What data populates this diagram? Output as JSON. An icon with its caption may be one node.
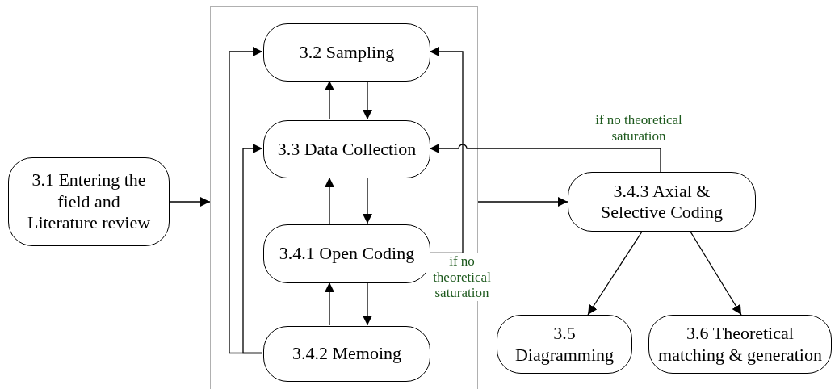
{
  "diagram": {
    "nodes": [
      {
        "text": [
          "3.1 Entering the field and Literature review"
        ]
      },
      {
        "text": [],
        "shape": "box"
      },
      {
        "text": [
          "3.2 Sampling"
        ],
        "in": 1
      },
      {
        "text": [
          "3.3 Data Collection"
        ],
        "in": 1
      },
      {
        "text": [
          "3.4.1 Open Coding"
        ],
        "in": 1
      },
      {
        "text": [
          "3.4.2 Memoing"
        ],
        "in": 1
      },
      {
        "text": [
          "3.4.3 Axial & Selective Coding"
        ]
      },
      {
        "text": [
          "3.5 Diagramming"
        ]
      },
      {
        "text": [
          "3.6 Theoretical matching & generation"
        ]
      }
    ],
    "edges": [
      {
        "from": 0,
        "to": 1,
        "arrow": "to"
      },
      {
        "from": 3,
        "to": 2,
        "arrow": "to"
      },
      {
        "from": 2,
        "to": 3,
        "arrow": "to"
      },
      {
        "from": 4,
        "to": 3,
        "arrow": "to"
      },
      {
        "from": 3,
        "to": 4,
        "arrow": "to"
      },
      {
        "from": 5,
        "to": 4,
        "arrow": "to"
      },
      {
        "from": 4,
        "to": 5,
        "arrow": "to"
      },
      {
        "from": 5,
        "to": 2,
        "arrow": "to"
      },
      {
        "from": 5,
        "to": 3,
        "arrow": "to"
      },
      {
        "from": 4,
        "to": 2,
        "arrow": "to",
        "label": "if no theoretical saturation"
      },
      {
        "from": 1,
        "to": 6,
        "arrow": "to"
      },
      {
        "from": 6,
        "to": 3,
        "arrow": "to",
        "label": "if no theoretical saturation"
      },
      {
        "from": 6,
        "to": 7,
        "arrow": "to"
      },
      {
        "from": 6,
        "to": 8,
        "arrow": "to"
      }
    ]
  }
}
